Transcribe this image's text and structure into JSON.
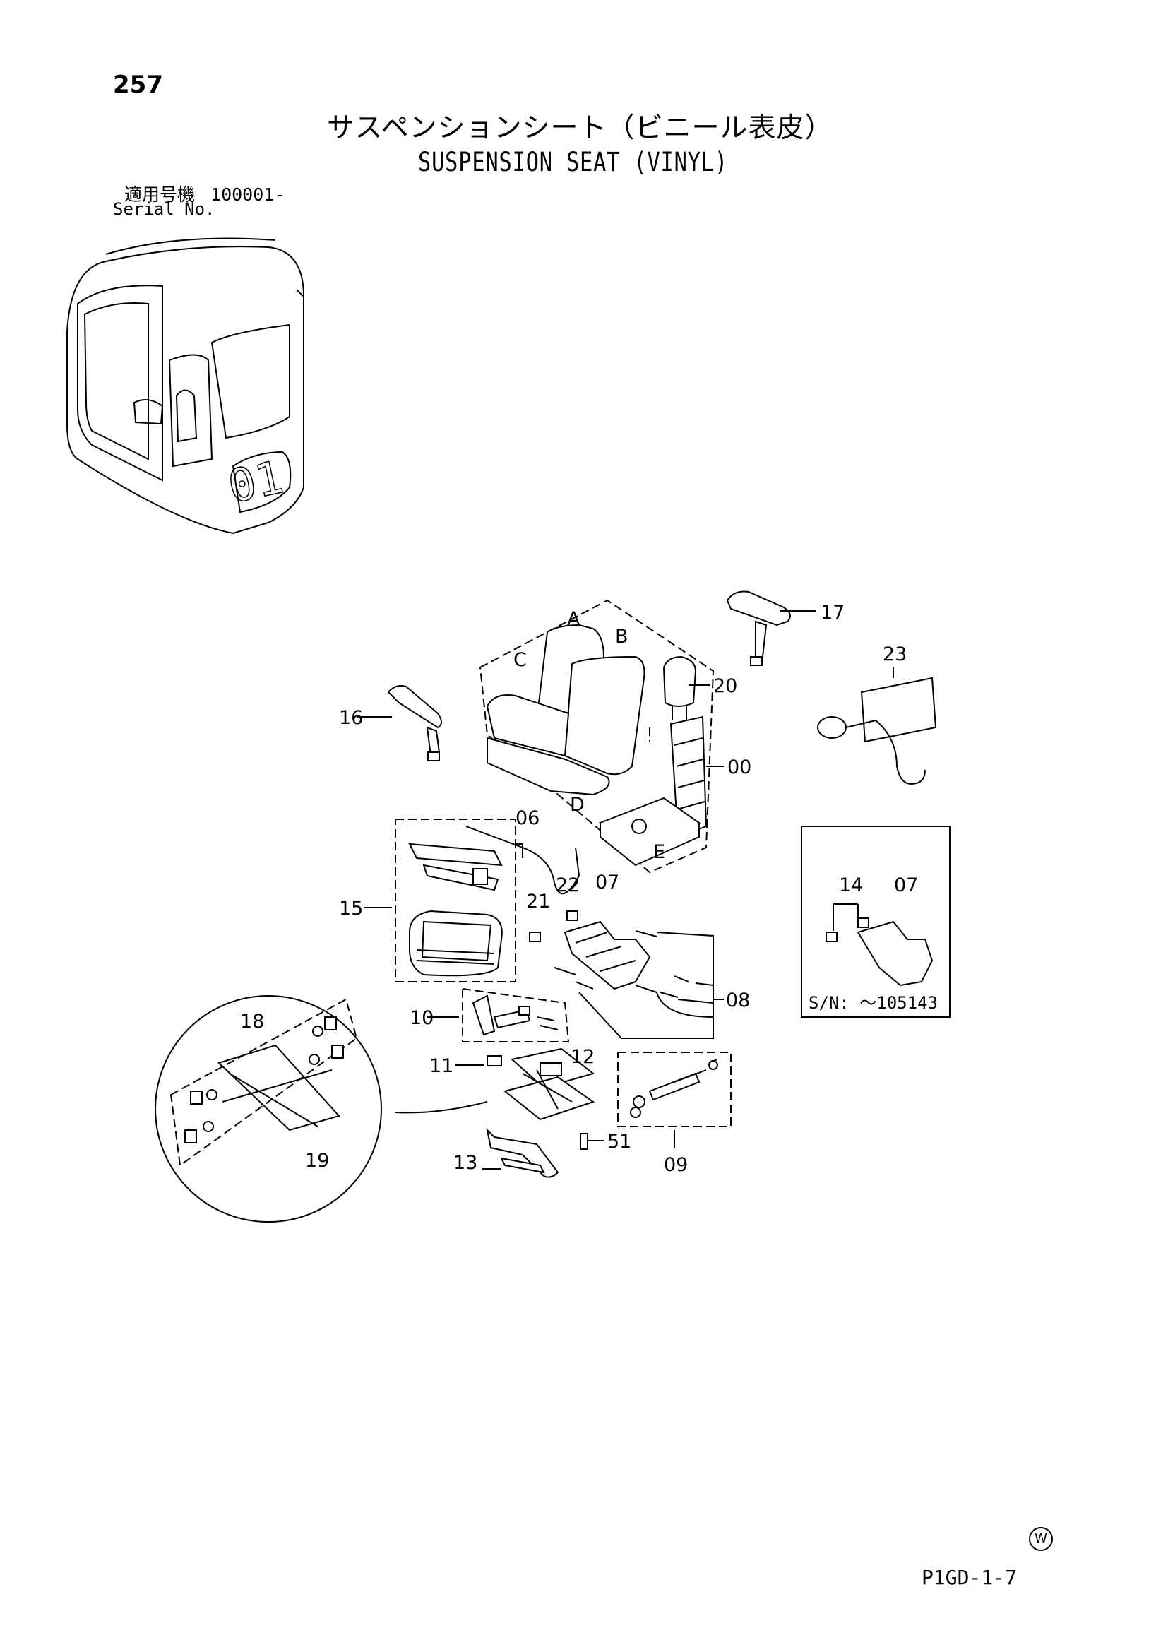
{
  "header": {
    "page_number": "257",
    "title_jp": "サスペンションシート（ビニール表皮）",
    "title_en": "SUSPENSION SEAT (VINYL)",
    "serial_label_jp": "適用号機",
    "serial_value": "100001-",
    "serial_label_en": "Serial No."
  },
  "callouts": {
    "c17": "17",
    "c23": "23",
    "c16": "16",
    "c20": "20",
    "c00": "00",
    "cA": "A",
    "cB": "B",
    "cC": "C",
    "cD": "D",
    "cE": "E",
    "c06": "06",
    "c15": "15",
    "c22": "22",
    "c21": "21",
    "c07": "07",
    "c08": "08",
    "c10": "10",
    "c11": "11",
    "c12": "12",
    "c13": "13",
    "c51": "51",
    "c09": "09",
    "c18": "18",
    "c19": "19"
  },
  "inset": {
    "c14": "14",
    "c07": "07",
    "serial_note": "S/N: ～105143"
  },
  "cab_marking": "01",
  "footer": {
    "mark": "W",
    "code": "P1GD-1-7"
  }
}
